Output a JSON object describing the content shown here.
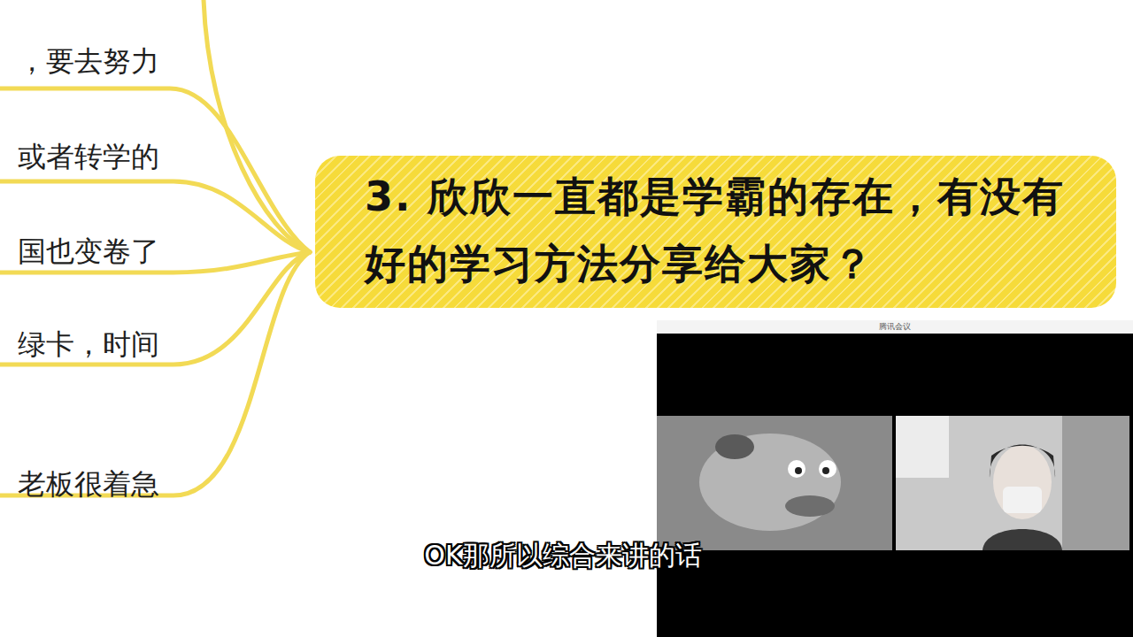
{
  "diagram": {
    "nodes": [
      {
        "text": [
          "3. 欣欣一直都是学霸的存在，有没有好的学习方法分享给大家？"
        ]
      }
    ],
    "labels": [
      "，要去努力",
      "或者转学的",
      "国也变卷了",
      "绿卡，时间",
      "老板很着急",
      "腾讯会议",
      "OK那所以综合来讲的话"
    ]
  }
}
